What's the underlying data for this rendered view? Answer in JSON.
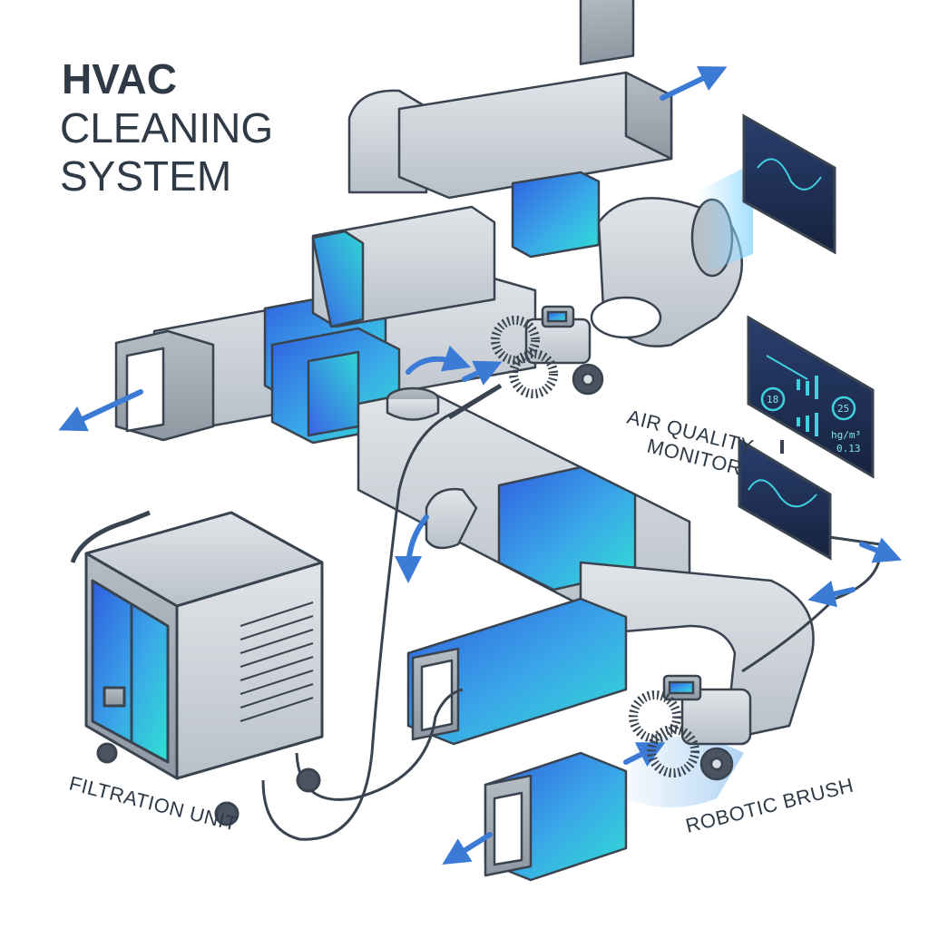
{
  "title": {
    "line1": "HVAC",
    "line2": "CLEANING",
    "line3": "SYSTEM"
  },
  "labels": {
    "air_quality": {
      "line1": "AIR QUALITY",
      "line2": "MONITOR"
    },
    "filtration": "FILTRATION UNIT",
    "robotic_brush": "ROBOTIC BRUSH"
  },
  "monitor_readouts": {
    "gauge_left": "18",
    "gauge_right": "25",
    "unit": "hg/m³",
    "value": "0.13"
  },
  "colors": {
    "duct_metal": "#c9ced4",
    "duct_shadow": "#9aa2ab",
    "accent_blue": "#3f6fe0",
    "accent_cyan": "#22d3d8",
    "outline": "#3a4450",
    "arrow": "#3b7bd6",
    "screen": "#1f2f55"
  },
  "icons": [
    "airflow-arrow-icon",
    "robotic-brush-icon",
    "monitor-screen-icon",
    "filtration-cabinet-icon",
    "vacuum-hose-icon"
  ]
}
